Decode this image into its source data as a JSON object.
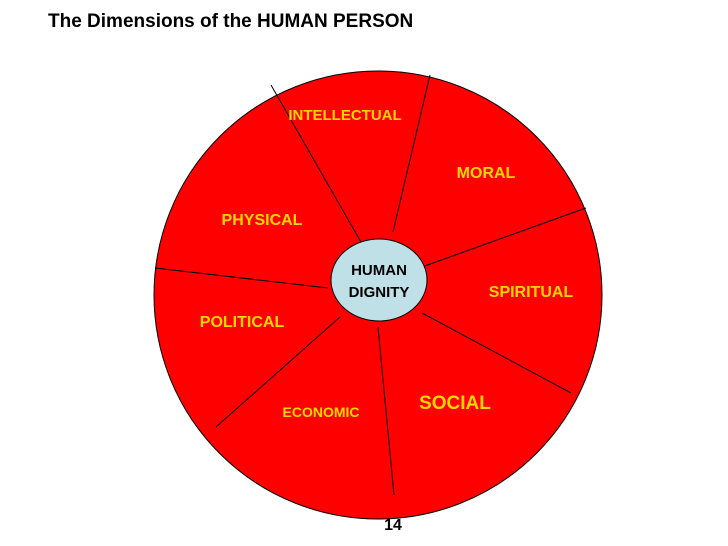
{
  "title": "The Dimensions of the HUMAN PERSON",
  "diagram": {
    "center": {
      "line1": "HUMAN",
      "line2": "DIGNITY"
    },
    "segments": [
      {
        "label": "INTELLECTUAL"
      },
      {
        "label": "MORAL"
      },
      {
        "label": "SPIRITUAL"
      },
      {
        "label": "SOCIAL"
      },
      {
        "label": "ECONOMIC"
      },
      {
        "label": "POLITICAL"
      },
      {
        "label": "PHYSICAL"
      }
    ]
  },
  "colors": {
    "wheel_fill": "#ff0000",
    "divider": "#000000",
    "segment_text": "#ffd700",
    "center_fill": "#bfe0e6",
    "center_text": "#000000"
  },
  "page_number": "14"
}
